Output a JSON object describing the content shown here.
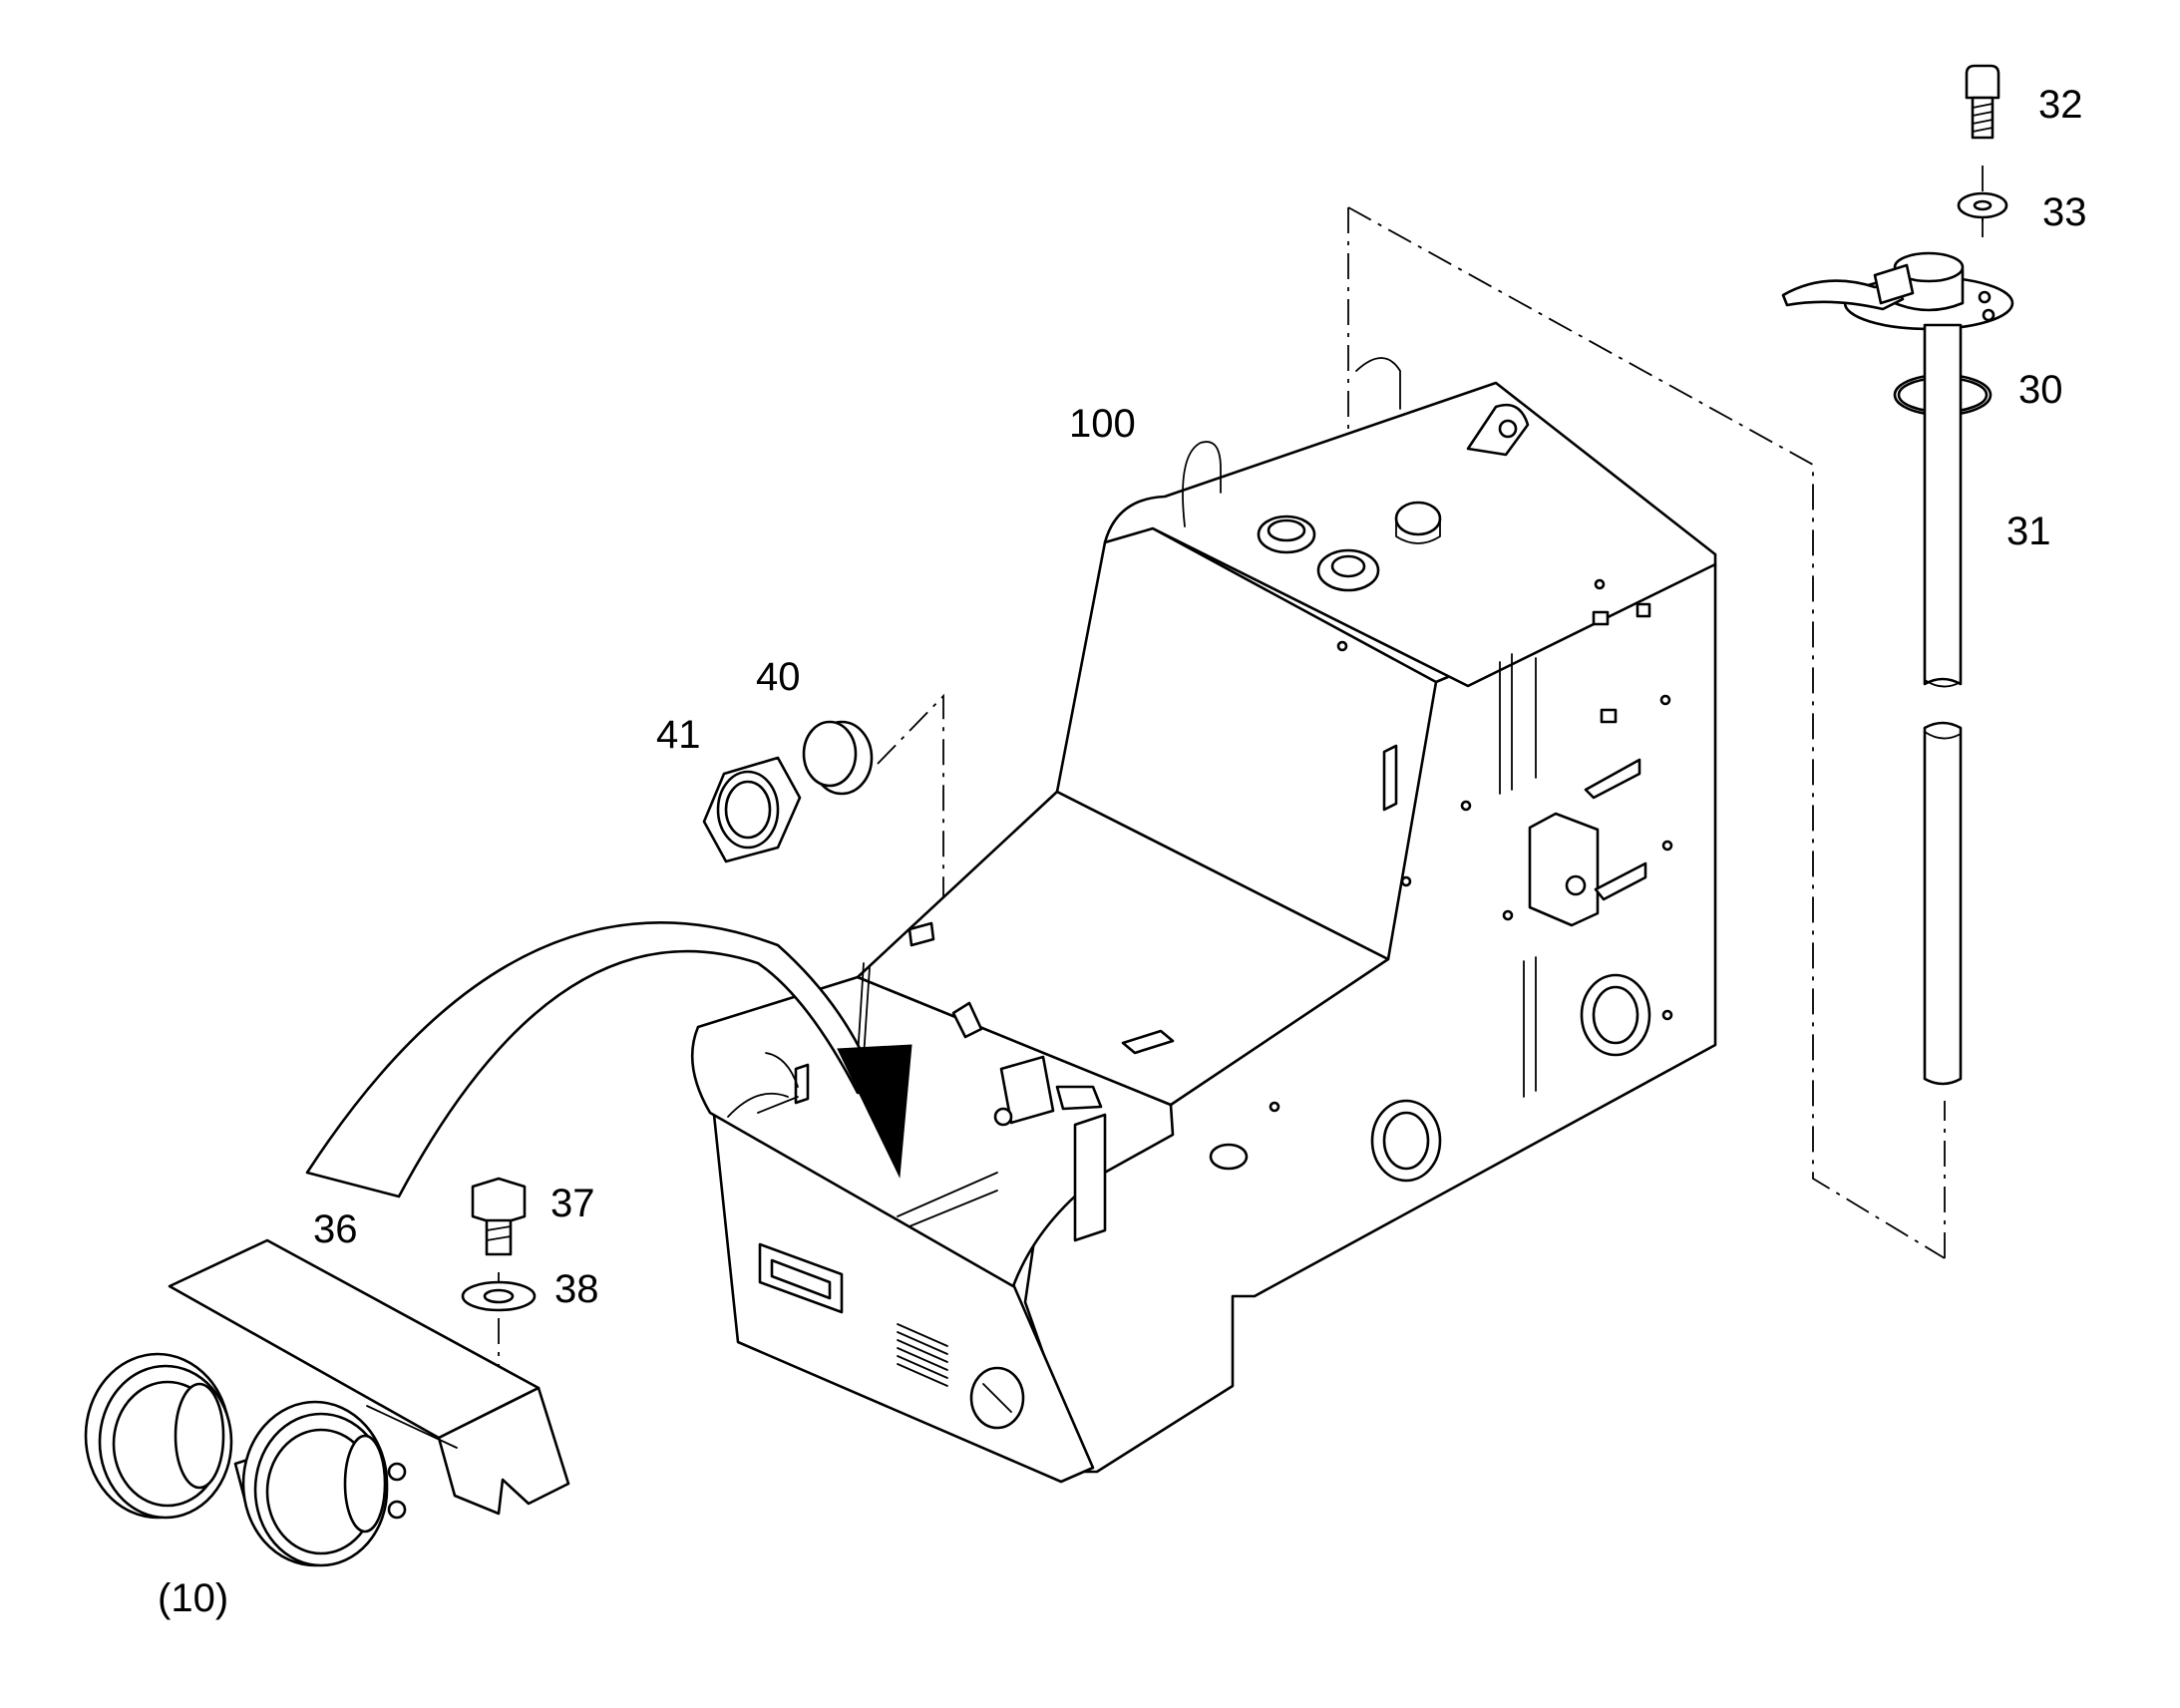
{
  "callouts": {
    "c32": "32",
    "c33": "33",
    "c30": "30",
    "c31": "31",
    "c100": "100",
    "c40": "40",
    "c41": "41",
    "c37": "37",
    "c36": "36",
    "c38": "38",
    "c10": "(10)"
  }
}
